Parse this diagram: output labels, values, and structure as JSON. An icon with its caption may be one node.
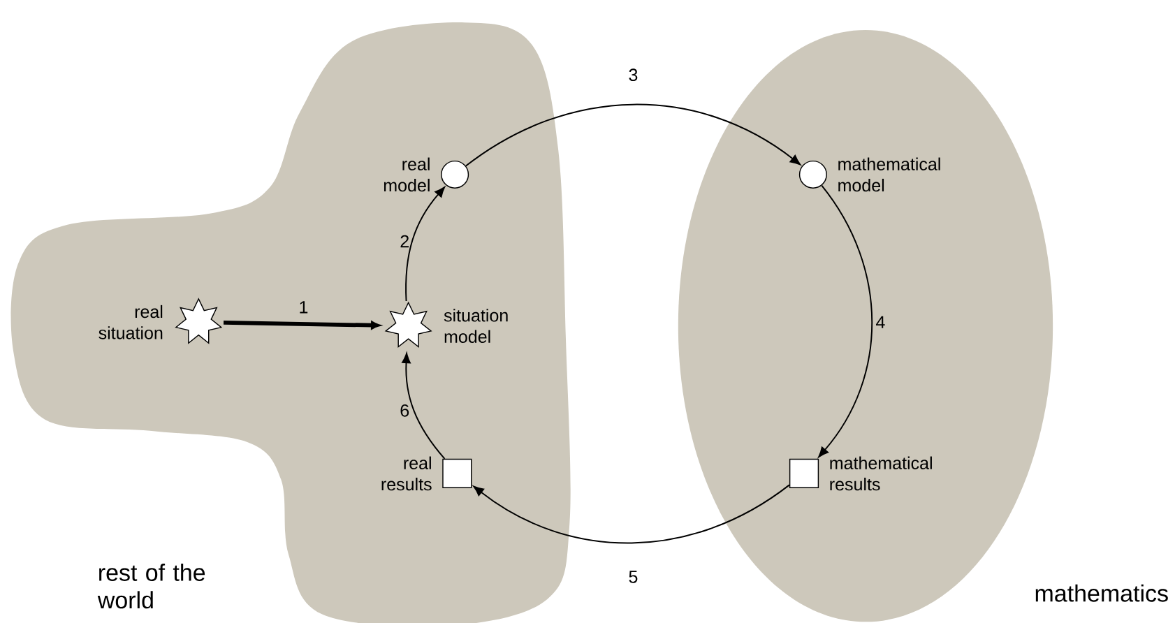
{
  "diagram": {
    "nodes": [
      {
        "text": [
          "rest of the world"
        ]
      },
      {
        "text": [
          "mathematics"
        ]
      },
      {
        "text": [
          "real situation"
        ],
        "in": 0
      },
      {
        "text": [
          "situation model"
        ],
        "in": 0
      },
      {
        "text": [
          "real model"
        ],
        "in": 0
      },
      {
        "text": [
          "mathematical model"
        ],
        "in": 1
      },
      {
        "text": [
          "mathematical results"
        ],
        "in": 1
      },
      {
        "text": [
          "real results"
        ],
        "in": 0
      }
    ],
    "edges": [
      {
        "from": 2,
        "to": 3,
        "arrow": "to",
        "label": "1",
        "style": "thick"
      },
      {
        "from": 3,
        "to": 4,
        "arrow": "to",
        "label": "2"
      },
      {
        "from": 4,
        "to": 5,
        "arrow": "to",
        "label": "3"
      },
      {
        "from": 5,
        "to": 6,
        "arrow": "to",
        "label": "4"
      },
      {
        "from": 6,
        "to": 7,
        "arrow": "to",
        "label": "5"
      },
      {
        "from": 7,
        "to": 3,
        "arrow": "to",
        "label": "6"
      }
    ]
  }
}
